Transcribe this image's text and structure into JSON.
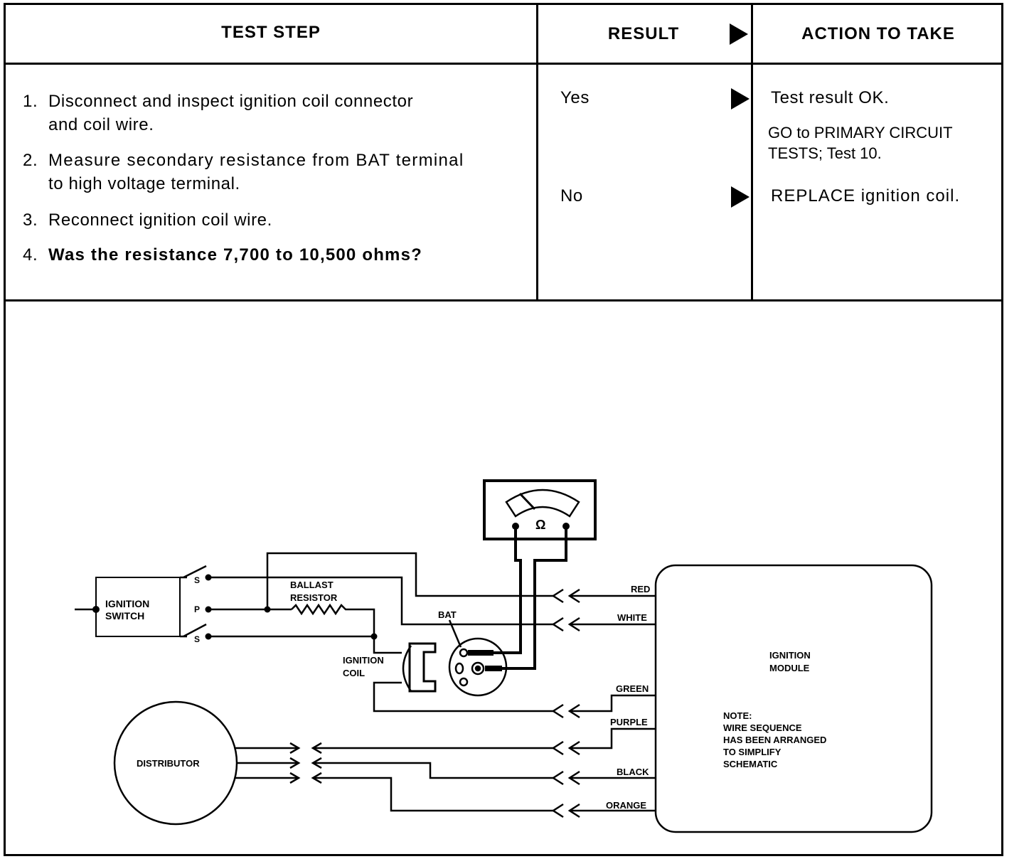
{
  "table": {
    "headers": {
      "test_step": "TEST STEP",
      "result": "RESULT",
      "action": "ACTION TO TAKE"
    },
    "steps": [
      {
        "num": "1.",
        "line1": "Disconnect and inspect ignition coil connector",
        "line2": "and coil wire."
      },
      {
        "num": "2.",
        "line1": "Measure secondary resistance from BAT terminal",
        "line2": "to high voltage terminal."
      },
      {
        "num": "3.",
        "line1": "Reconnect ignition coil wire."
      },
      {
        "num": "4.",
        "line1": "Was the resistance 7,700 to 10,500 ohms?"
      }
    ],
    "results": {
      "yes": "Yes",
      "no": "No"
    },
    "actions": {
      "yes_main": "Test result OK.",
      "yes_goto_line1": "GO to PRIMARY CIRCUIT",
      "yes_goto_line2": "TESTS; Test 10.",
      "no_main": "REPLACE ignition coil."
    }
  },
  "diagram": {
    "ignition_switch_line1": "IGNITION",
    "ignition_switch_line2": "SWITCH",
    "terminal_s_top": "S",
    "terminal_p": "P",
    "terminal_s_bottom": "S",
    "ballast_line1": "BALLAST",
    "ballast_line2": "RESISTOR",
    "bat": "BAT",
    "ignition_coil_line1": "IGNITION",
    "ignition_coil_line2": "COIL",
    "distributor": "DISTRIBUTOR",
    "wire_red": "RED",
    "wire_white": "WHITE",
    "wire_green": "GREEN",
    "wire_purple": "PURPLE",
    "wire_black": "BLACK",
    "wire_orange": "ORANGE",
    "module_line1": "IGNITION",
    "module_line2": "MODULE",
    "note_line1": "NOTE:",
    "note_line2": "WIRE SEQUENCE",
    "note_line3": "HAS BEEN ARRANGED",
    "note_line4": "TO SIMPLIFY",
    "note_line5": "SCHEMATIC",
    "meter_symbol": "Ω"
  }
}
